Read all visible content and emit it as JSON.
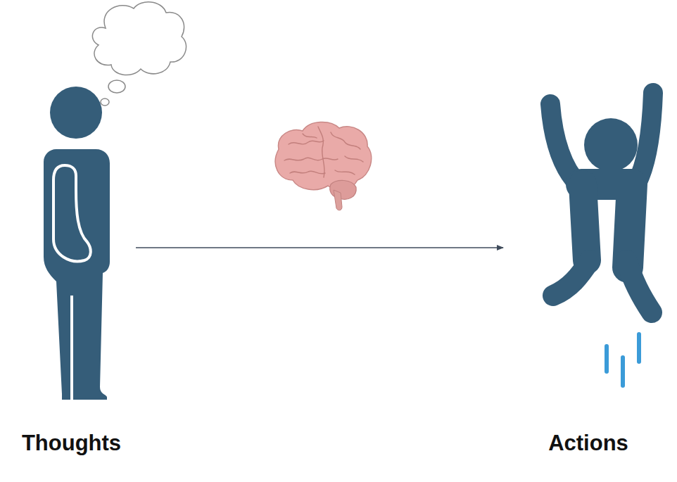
{
  "diagram": {
    "nodes": [
      {
        "text": [
          "Thoughts"
        ]
      },
      {
        "text": [
          "Actions"
        ]
      }
    ],
    "edges": [
      {
        "from": 0,
        "to": 1,
        "arrow": "to"
      }
    ]
  }
}
